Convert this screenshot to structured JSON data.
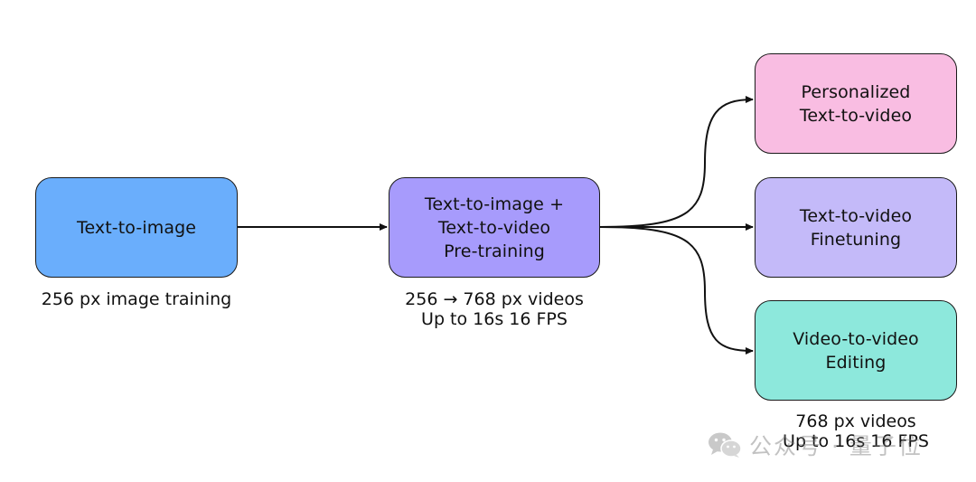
{
  "nodes": {
    "text_to_image": {
      "lines": [
        "Text-to-image"
      ],
      "color": "#6aaefc"
    },
    "pretraining": {
      "lines": [
        "Text-to-image +",
        "Text-to-video",
        "Pre-training"
      ],
      "color": "#a79bfc"
    },
    "personalized": {
      "lines": [
        "Personalized",
        "Text-to-video"
      ],
      "color": "#f9bde2"
    },
    "finetuning": {
      "lines": [
        "Text-to-video",
        "Finetuning"
      ],
      "color": "#c4baf9"
    },
    "editing": {
      "lines": [
        "Video-to-video",
        "Editing"
      ],
      "color": "#8de8dc"
    }
  },
  "captions": {
    "text_to_image": [
      "256 px image training"
    ],
    "pretraining": [
      "256 → 768 px videos",
      "Up to 16s 16 FPS"
    ],
    "editing": [
      "768 px videos",
      "Up to 16s 16 FPS"
    ]
  },
  "watermark": {
    "icon": "wechat-icon",
    "text": "公众号 · 量子位"
  },
  "edges": [
    {
      "from": "text_to_image",
      "to": "pretraining"
    },
    {
      "from": "pretraining",
      "to": "personalized"
    },
    {
      "from": "pretraining",
      "to": "finetuning"
    },
    {
      "from": "pretraining",
      "to": "editing"
    }
  ]
}
